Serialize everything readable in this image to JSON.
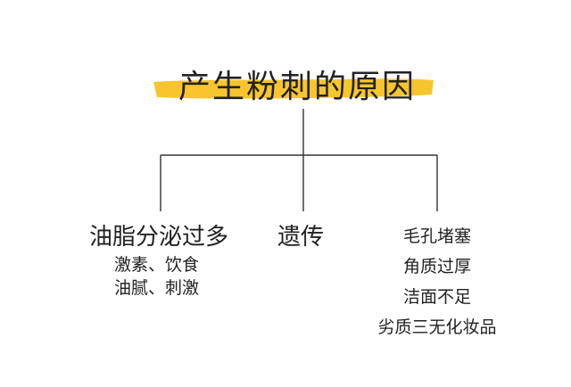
{
  "title": "产生粉刺的原因",
  "colors": {
    "highlight": "#f7c52e",
    "line": "#333333",
    "text": "#222222"
  },
  "branches": [
    {
      "label": "油脂分泌过多",
      "items": [
        "激素、饮食",
        "油腻、刺激"
      ]
    },
    {
      "label": "遗传",
      "items": []
    },
    {
      "label": "",
      "items": [
        "毛孔堵塞",
        "角质过厚",
        "洁面不足",
        "劣质三无化妆品"
      ]
    }
  ]
}
